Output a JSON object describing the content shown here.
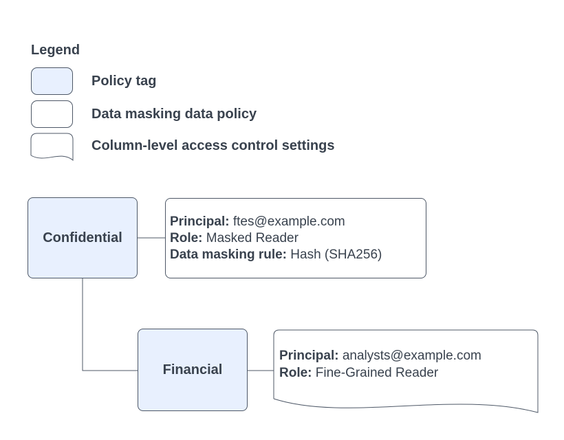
{
  "colors": {
    "policy_tag_fill": "#e8f0fe",
    "shape_stroke": "#4d5766",
    "text": "#39424e",
    "background": "#ffffff"
  },
  "legend": {
    "title": "Legend",
    "items": [
      {
        "shape": "policy-tag-swatch",
        "label": "Policy tag"
      },
      {
        "shape": "data-policy-swatch",
        "label": "Data masking data policy"
      },
      {
        "shape": "document-swatch",
        "label": "Column-level access control settings"
      }
    ]
  },
  "nodes": {
    "confidential": {
      "label": "Confidential"
    },
    "financial": {
      "label": "Financial"
    },
    "masking_policy": {
      "lines": [
        {
          "label": "Principal:",
          "value": "ftes@example.com"
        },
        {
          "label": "Role:",
          "value": "Masked Reader"
        },
        {
          "label": "Data masking rule:",
          "value": "Hash (SHA256)"
        }
      ]
    },
    "access_settings": {
      "lines": [
        {
          "label": "Principal:",
          "value": "analysts@example.com"
        },
        {
          "label": "Role:",
          "value": "Fine-Grained Reader"
        }
      ]
    }
  }
}
